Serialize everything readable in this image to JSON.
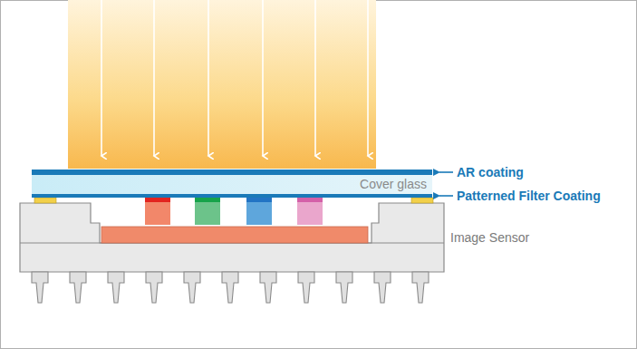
{
  "diagram": {
    "nodes": [
      {
        "text": [
          "Cover glass"
        ]
      }
    ],
    "labels": [
      "AR coating",
      "Patterned Filter Coating",
      "Image Sensor"
    ]
  }
}
